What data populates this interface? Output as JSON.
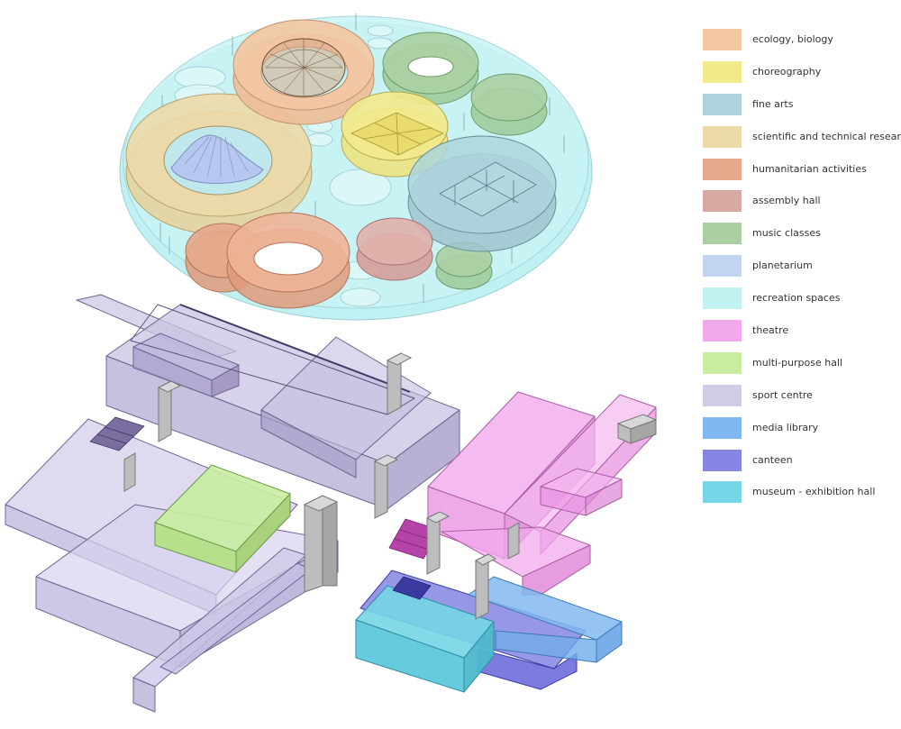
{
  "legend": [
    {
      "label": "ecology, biology",
      "color": "#f3c7a2"
    },
    {
      "label": "choreography",
      "color": "#f2e98b"
    },
    {
      "label": "fine arts",
      "color": "#add4dc"
    },
    {
      "label": "scientific and technical research",
      "color": "#ecd9a8"
    },
    {
      "label": "humanitarian activities",
      "color": "#e5a98c"
    },
    {
      "label": "assembly hall",
      "color": "#d8a8a3"
    },
    {
      "label": "music classes",
      "color": "#abcfa3"
    },
    {
      "label": "planetarium",
      "color": "#c3d4f0"
    },
    {
      "label": "recreation spaces",
      "color": "#c2f1f2"
    },
    {
      "label": "theatre",
      "color": "#f2a9ec"
    },
    {
      "label": "multi-purpose hall",
      "color": "#c8eda0"
    },
    {
      "label": "sport centre",
      "color": "#d2cbe6"
    },
    {
      "label": "media library",
      "color": "#82b8f0"
    },
    {
      "label": "canteen",
      "color": "#8585e3"
    },
    {
      "label": "museum - exhibition hall",
      "color": "#76d5e6"
    }
  ]
}
